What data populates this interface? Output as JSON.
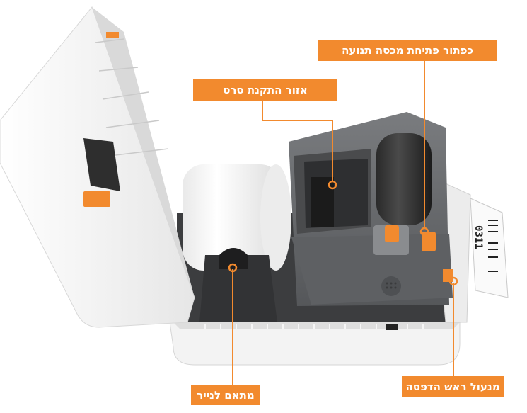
{
  "callouts": {
    "ribbon_cover_button": "כפתור פתיחת מכסה תנועה",
    "label_install_area": "אזור התקנת סרט",
    "paper_adapter": "מתאם לנייר",
    "print_head_lock": "מנעול ראש הדפסה"
  },
  "sample_label": {
    "number": "0311"
  },
  "colors": {
    "accent": "#f28a2e",
    "printer_body": "#f4f4f4",
    "mechanism": "#6b6d70"
  }
}
